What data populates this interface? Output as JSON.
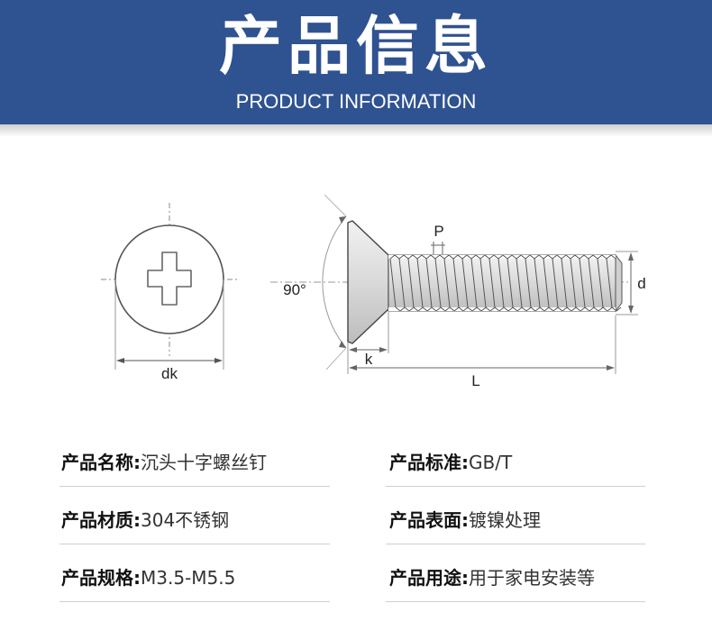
{
  "header": {
    "title": "产品信息",
    "subtitle": "PRODUCT INFORMATION"
  },
  "diagram": {
    "labels": {
      "dk": "dk",
      "angle": "90°",
      "p": "P",
      "d": "d",
      "k": "k",
      "l": "L"
    }
  },
  "info": {
    "name": {
      "key": "产品名称:",
      "value": "沉头十字螺丝钉"
    },
    "standard": {
      "key": "产品标准:",
      "value": "GB/T"
    },
    "material": {
      "key": "产品材质:",
      "value": "304不锈钢"
    },
    "surface": {
      "key": "产品表面:",
      "value": "镀镍处理"
    },
    "spec": {
      "key": "产品规格:",
      "value": "M3.5-M5.5"
    },
    "usage": {
      "key": "产品用途:",
      "value": "用于家电安装等"
    }
  }
}
